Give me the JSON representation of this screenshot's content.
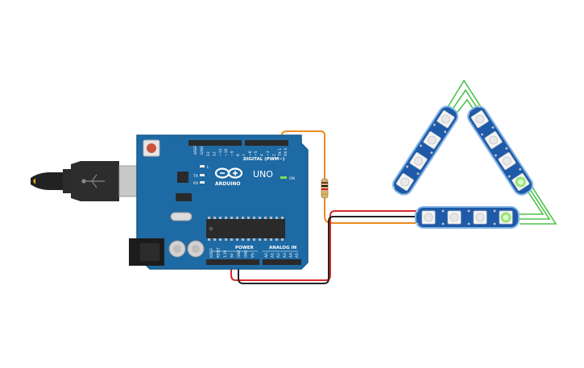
{
  "board": {
    "header_digital_label": "DIGITAL (PWM~)",
    "brand": "ARDUINO",
    "model": "UNO",
    "on_label": "ON",
    "l_label": "L",
    "tx_label": "TX",
    "rx_label": "RX",
    "power_label": "POWER",
    "analog_label": "ANALOG IN",
    "aref_label": "AREF",
    "gnd_label": "GND",
    "digital_pins": [
      "13",
      "12",
      "~11",
      "~10",
      "~9",
      "8",
      "7",
      "~6",
      "~5",
      "4",
      "~3",
      "2",
      "TX 1",
      "RX 0"
    ],
    "power_pins": [
      "IOREF",
      "RESET",
      "3.3V",
      "5V",
      "GND",
      "GND",
      "Vin"
    ],
    "analog_pins": [
      "A0",
      "A1",
      "A2",
      "A3",
      "A4",
      "A5"
    ]
  },
  "colors": {
    "board": "#1e6aa4",
    "board_dark": "#175a8c",
    "strip": "#1e5aa8",
    "wire_orange": "#ec8a1e",
    "wire_red": "#d62a2a",
    "wire_black": "#222222",
    "wire_green": "#4cc34c",
    "led_lit": "#8fe36a"
  },
  "icons": {
    "reset_button": "reset-button-icon",
    "usb": "usb-connector-icon",
    "power_jack": "barrel-jack-icon"
  }
}
